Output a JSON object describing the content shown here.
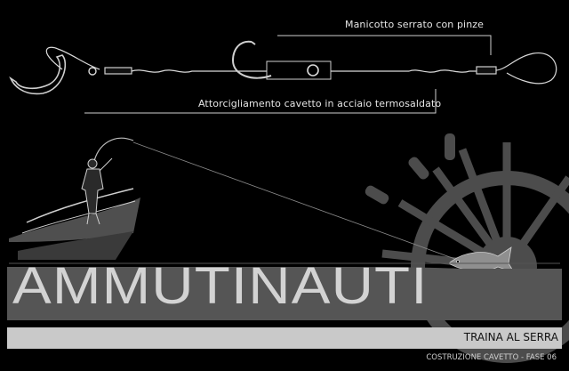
{
  "annotations": {
    "sleeve_label": "Manicotto serrato con pinze",
    "twist_label": "Attorcigliamento cavetto in acciaio termosaldato"
  },
  "brand": {
    "name": "AMMUTINAUTI",
    "subtitle": "TRAINA AL SERRA",
    "footer": "COSTRUZIONE CAVETTO - FASE 06"
  },
  "icons": [
    "hook-icon",
    "fisherman-icon",
    "boat-icon",
    "ship-wheel-icon",
    "fish-icon"
  ],
  "colors": {
    "background": "#000000",
    "text": "#e6e6e6",
    "band": "#c9c9c9",
    "wheel": "#5a5a5a",
    "brand_bar": "#555555"
  }
}
